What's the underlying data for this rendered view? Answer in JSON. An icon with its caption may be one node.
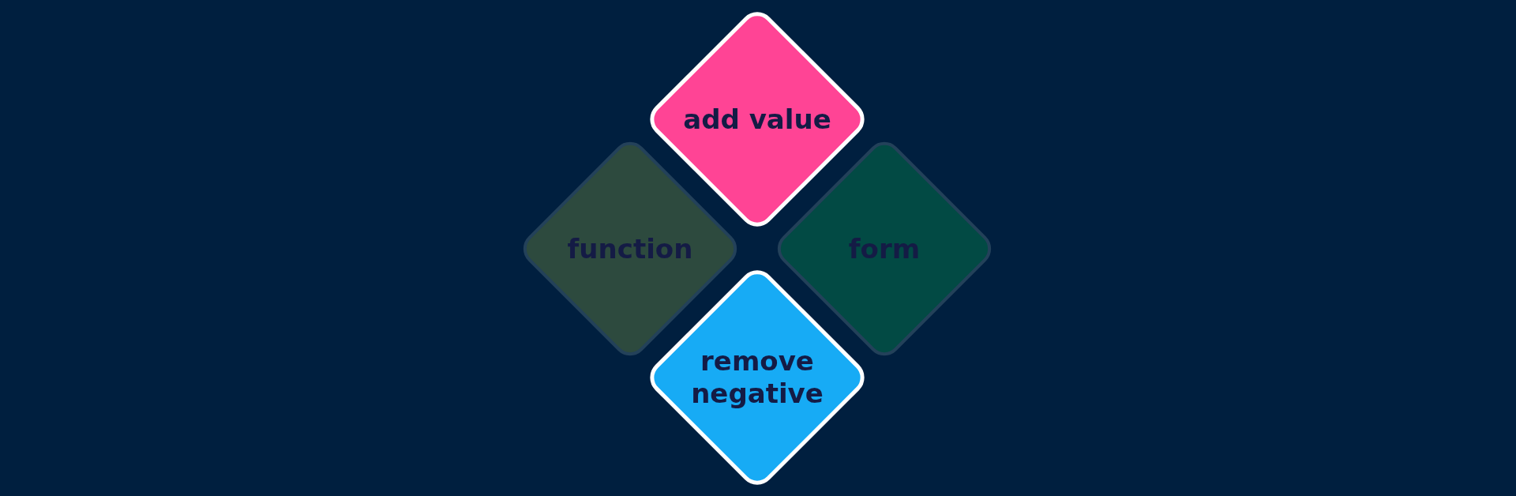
{
  "diagram": {
    "nodes": [
      {
        "text": [
          "add value"
        ]
      },
      {
        "text": [
          "function"
        ]
      },
      {
        "text": [
          "form"
        ]
      },
      {
        "text": [
          "remove negative"
        ]
      }
    ]
  }
}
